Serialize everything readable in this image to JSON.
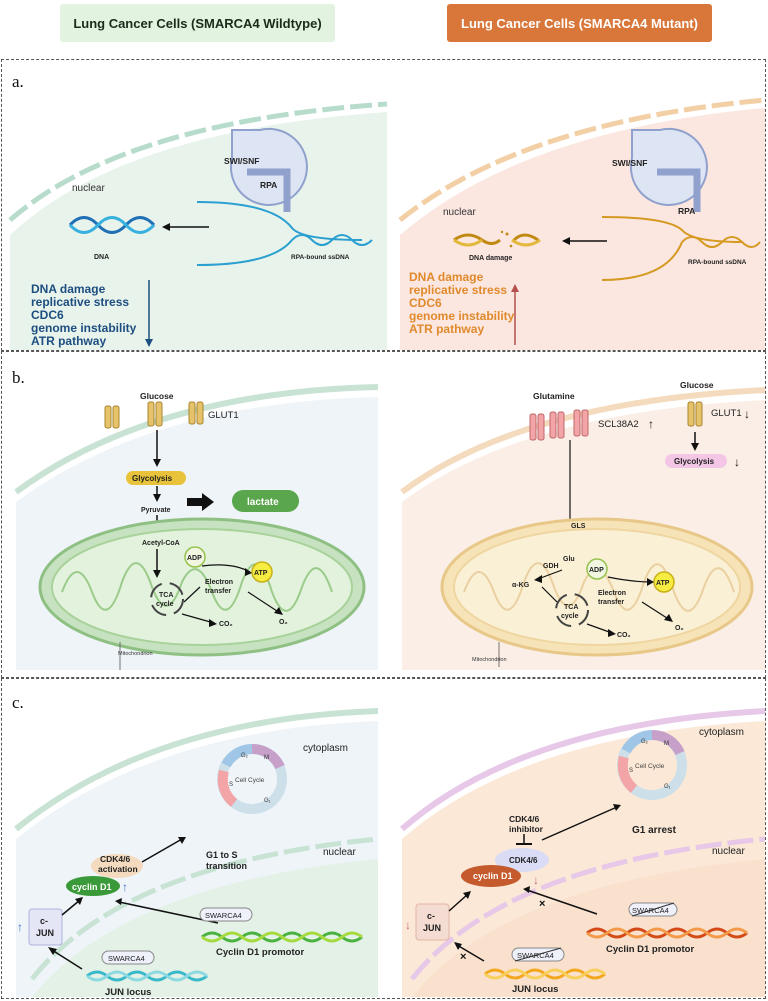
{
  "headers": {
    "wildtype": "Lung Cancer Cells (SMARCA4 Wildtype)",
    "mutant": "Lung Cancer Cells (SMARCA4 Mutant)"
  },
  "panel_a": {
    "label": "a.",
    "left": {
      "nuclear": "nuclear",
      "swisnf": "SWI/SNF",
      "rpa": "RPA",
      "dna": "DNA",
      "ssdna": "RPA-bound ssDNA",
      "effects": [
        "DNA damage",
        "replicative stress",
        "CDC6",
        "genome instability",
        "ATR pathway"
      ]
    },
    "right": {
      "nuclear": "nuclear",
      "swisnf": "SWI/SNF",
      "rpa": "RPA",
      "dna": "DNA damage",
      "ssdna": "RPA-bound ssDNA",
      "effects": [
        "DNA damage",
        "replicative stress",
        "CDC6",
        "genome instability",
        "ATR pathway"
      ]
    }
  },
  "panel_b": {
    "label": "b.",
    "left": {
      "glucose": "Glucose",
      "glut1": "GLUT1",
      "glycolysis": "Glycolysis",
      "pyruvate": "Pyruvate",
      "lactate": "lactate",
      "acetyl": "Acetyl-CoA",
      "adp": "ADP",
      "atp": "ATP",
      "tca": "TCA",
      "cycle": "cycle",
      "electron": "Electron",
      "transfer": "transfer",
      "co2": "CO₂",
      "o2": "O₂",
      "mito": "Mitochondrion"
    },
    "right": {
      "glutamine": "Glutamine",
      "scl": "SCL38A2",
      "glucose": "Glucose",
      "glut1": "GLUT1",
      "glycolysis": "Glycolysis",
      "gls": "GLS",
      "gdh": "GDH",
      "glu": "Glu",
      "akg": "α-KG",
      "adp": "ADP",
      "atp": "ATP",
      "tca": "TCA",
      "cycle": "cycle",
      "electron": "Electron",
      "transfer": "transfer",
      "co2": "CO₂",
      "o2": "O₂",
      "mito": "Mitochondrion",
      "up": "↑",
      "down": "↓"
    }
  },
  "panel_c": {
    "label": "c.",
    "left": {
      "cytoplasm": "cytoplasm",
      "nuclear": "nuclear",
      "cellcycle": "Cell Cycle",
      "g2": "G₂",
      "m": "M",
      "s": "S",
      "g1": "G₁",
      "cdk_line1": "CDK4/6",
      "cdk_line2": "activation",
      "cyclin": "cyclin D1",
      "transition_line1": "G1 to S",
      "transition_line2": "transition",
      "cjun_line1": "c-",
      "cjun_line2": "JUN",
      "swarca_promoter": "SWARCA4",
      "promotor": "Cyclin D1 promotor",
      "swarca_jun": "SWARCA4",
      "locus": "JUN locus",
      "up": "↑"
    },
    "right": {
      "cytoplasm": "cytoplasm",
      "nuclear": "nuclear",
      "cellcycle": "Cell Cycle",
      "g2": "G₂",
      "m": "M",
      "s": "S",
      "g1": "G₁",
      "inhib_line1": "CDK4/6",
      "inhib_line2": "inhibitor",
      "arrest": "G1 arrest",
      "cdk": "CDK4/6",
      "cyclin": "cyclin D1",
      "cjun_line1": "c-",
      "cjun_line2": "JUN",
      "swarca_promoter": "SWARCA4",
      "promotor": "Cyclin D1 promotor",
      "swarca_jun": "SWARCA4",
      "locus": "JUN locus",
      "down": "↓",
      "cross": "×"
    }
  },
  "colors": {
    "wt_bg": "#eaf4ee",
    "mt_bg": "#fbe6e0",
    "blue_text": "#1d4e80",
    "orange_text": "#e08a2c",
    "lactate": "#5aa64c"
  }
}
